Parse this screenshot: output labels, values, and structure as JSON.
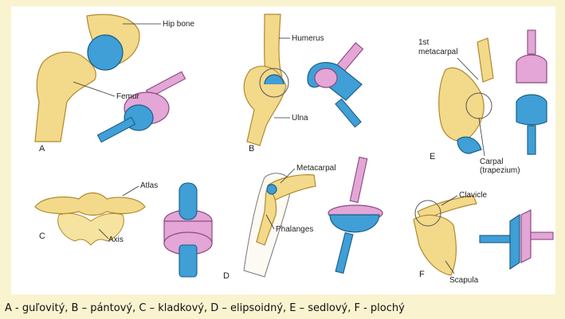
{
  "panels": {
    "a": {
      "letter": "A",
      "labels": [
        "Hip bone",
        "Femur"
      ]
    },
    "b": {
      "letter": "B",
      "labels": [
        "Humerus",
        "Ulna"
      ]
    },
    "c": {
      "letter": "C",
      "labels": [
        "Atlas",
        "Axis"
      ]
    },
    "d": {
      "letter": "D",
      "labels": [
        "Metacarpal",
        "Phalanges"
      ]
    },
    "e": {
      "letter": "E",
      "labels": [
        "1st",
        "metacarpal",
        "Carpal",
        "(trapezium)"
      ]
    },
    "f": {
      "letter": "F",
      "labels": [
        "Clavicle",
        "Scapula"
      ]
    }
  },
  "caption": "A - guľovitý,  B – pántový, C – kladkový, D – elipsoidný, E – sedlový, F - plochý",
  "colors": {
    "bone": "#f3d98a",
    "blue": "#3f9fd6",
    "pink": "#e3a6d6",
    "background": "#faf3d0"
  }
}
